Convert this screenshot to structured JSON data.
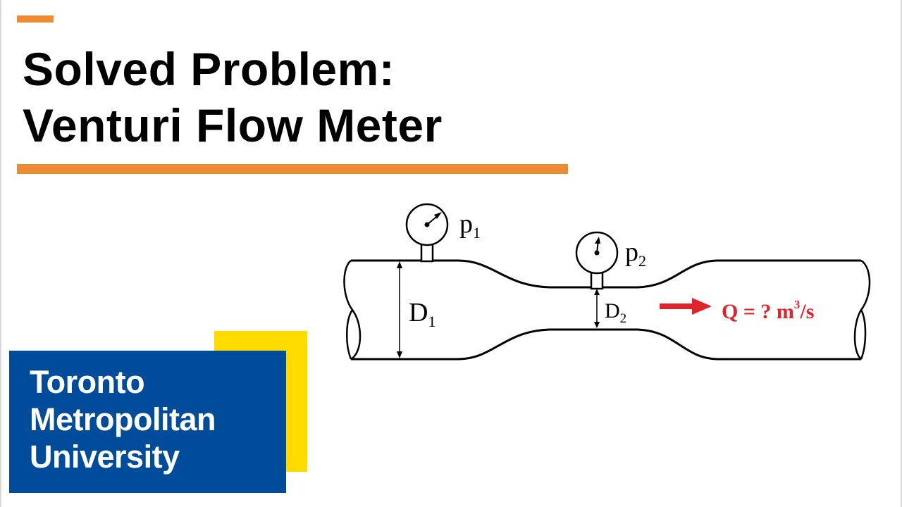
{
  "slide": {
    "title_line1": "Solved Problem:",
    "title_line2": "Venturi Flow Meter"
  },
  "diagram": {
    "gauge1_label": "p",
    "gauge1_sub": "1",
    "gauge2_label": "p",
    "gauge2_sub": "2",
    "d1_label": "D",
    "d1_sub": "1",
    "d2_label": "D",
    "d2_sub": "2",
    "flow_label_prefix": "Q = ? m",
    "flow_label_sup": "3",
    "flow_label_suffix": "/s"
  },
  "logo": {
    "line1": "Toronto",
    "line2": "Metropolitan",
    "line3": "University"
  },
  "colors": {
    "accent_orange": "#ec8a36",
    "logo_blue": "#004c9b",
    "logo_yellow": "#ffdb00",
    "flow_red": "#e0242b"
  }
}
